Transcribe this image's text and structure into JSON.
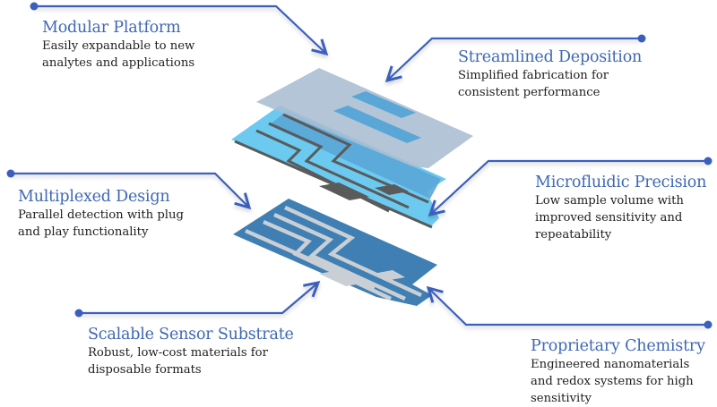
{
  "diagram": {
    "colors": {
      "accent": "#3f68b5",
      "connector": "#3a5fbe",
      "top_cover": "#a8bdd2",
      "cover_channel": "#5aa6d6",
      "microfluidic_layer": "#6ccaf0",
      "electrode_trace": "#5a5a5a",
      "substrate": "#3f7fb3",
      "substrate_trace": "#c9cfd4",
      "body_text": "#1f1f1f"
    },
    "callouts": [
      {
        "id": "modular-platform",
        "title": "Modular Platform",
        "lines": [
          "Easily expandable to new",
          "analytes and applications"
        ]
      },
      {
        "id": "streamlined-deposition",
        "title": "Streamlined Deposition",
        "lines": [
          "Simplified fabrication for",
          "consistent performance"
        ]
      },
      {
        "id": "multiplexed-design",
        "title": "Multiplexed Design",
        "lines": [
          "Parallel detection with plug",
          "and play functionality"
        ]
      },
      {
        "id": "microfluidic-precision",
        "title": "Microfluidic Precision",
        "lines": [
          "Low sample volume with",
          "improved sensitivity and",
          "repeatability"
        ]
      },
      {
        "id": "scalable-sensor-substrate",
        "title": "Scalable Sensor Substrate",
        "lines": [
          "Robust, low-cost materials for",
          "disposable formats"
        ]
      },
      {
        "id": "proprietary-chemistry",
        "title": "Proprietary Chemistry",
        "lines": [
          "Engineered nanomaterials",
          "and redox systems for high",
          "sensitivity"
        ]
      }
    ],
    "layers": [
      "top-cover",
      "microfluidic-layer",
      "electrode-layer",
      "sensor-substrate"
    ]
  }
}
